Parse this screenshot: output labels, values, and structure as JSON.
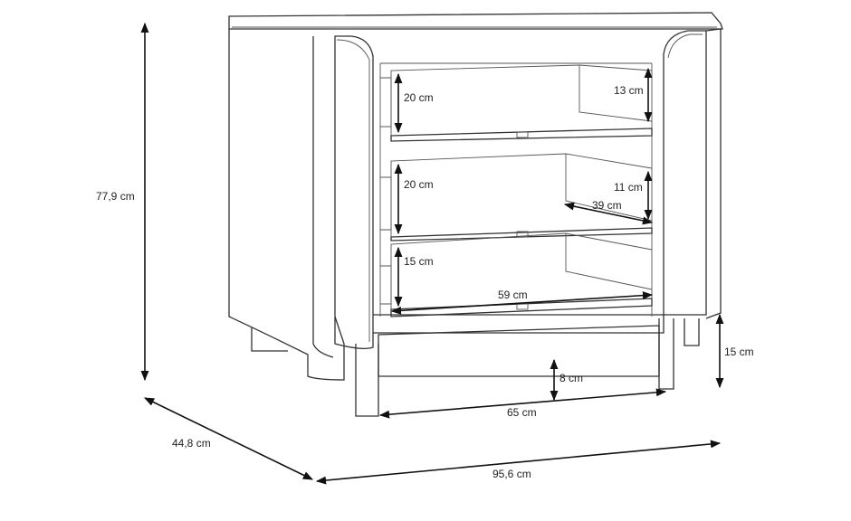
{
  "dimensions": {
    "total_height": "77,9 cm",
    "depth": "44,8 cm",
    "width": "95,6 cm",
    "leg_height": "15 cm",
    "bottom_gap": "8 cm",
    "inner_base_width": "65 cm",
    "drawer_inner_width": "59 cm",
    "drawer_inner_depth": "39 cm",
    "drawer1_height": "20 cm",
    "drawer2_height": "20 cm",
    "drawer3_height": "15 cm",
    "drawer1_side_height": "13 cm",
    "drawer2_side_height": "11 cm"
  },
  "colors": {
    "line": "#333333",
    "dimension": "#111111",
    "background": "#ffffff"
  }
}
